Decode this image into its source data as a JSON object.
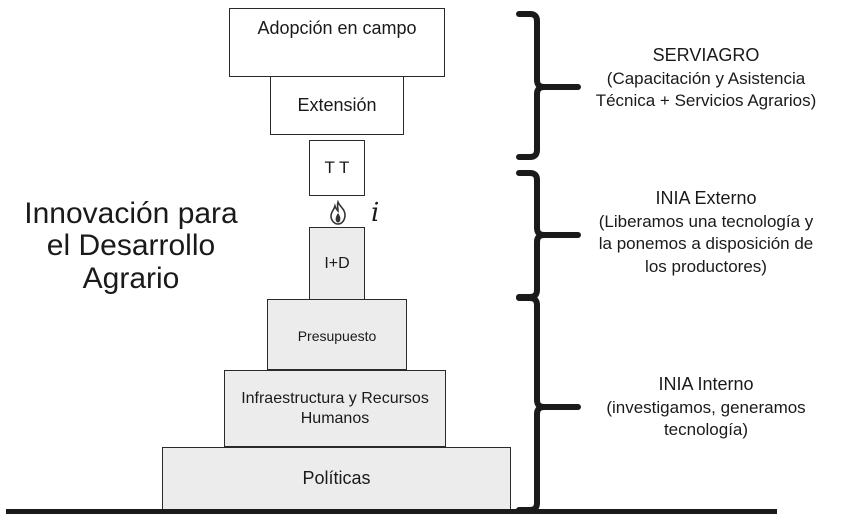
{
  "title_lines": [
    "Innovación para",
    "el Desarrollo",
    "Agrario"
  ],
  "levels": {
    "adopcion": "Adopción en campo",
    "extension": "Extensión",
    "tt": "T T",
    "id": "I+D",
    "presupuesto": "Presupuesto",
    "infra_line1": "Infraestructura y Recursos",
    "infra_line2": "Humanos",
    "politicas": "Políticas"
  },
  "innovation_symbol": "i",
  "groups": [
    {
      "head": "SERVIAGRO",
      "lines": [
        "(Capacitación y Asistencia",
        "Técnica + Servicios Agrarios)"
      ]
    },
    {
      "head": "INIA Externo",
      "lines": [
        "(Liberamos una tecnología y",
        "la ponemos a disposición de",
        "los productores)"
      ]
    },
    {
      "head": "INIA Interno",
      "lines": [
        "(investigamos, generamos",
        "tecnología)"
      ]
    }
  ],
  "icons": {
    "spark": "flame-icon"
  },
  "colors": {
    "box_fill_light": "#ffffff",
    "box_fill_shaded": "#ececec",
    "outline": "#2a2a2a",
    "flame": "#333333"
  }
}
